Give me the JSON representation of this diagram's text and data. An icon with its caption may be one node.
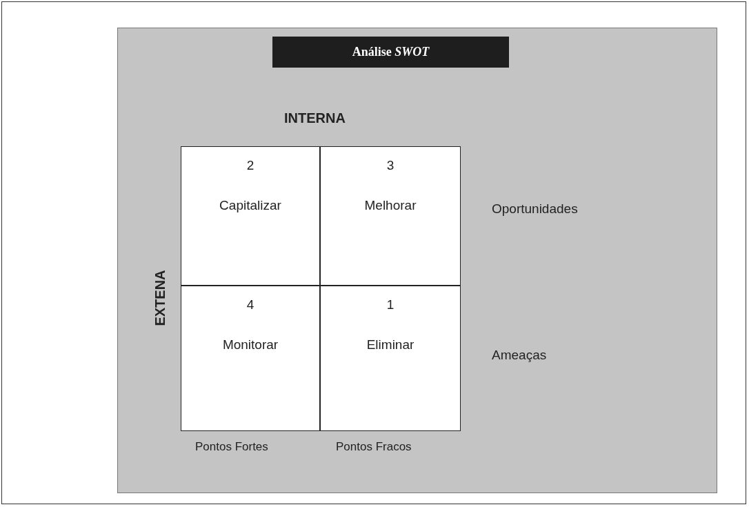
{
  "diagram": {
    "title": "Análise *SWOT*",
    "nodes": [
      {
        "text": [
          "2",
          "Capitalizar"
        ]
      },
      {
        "text": [
          "3",
          "Melhorar"
        ]
      },
      {
        "text": [
          "4",
          "Monitorar"
        ]
      },
      {
        "text": [
          "1",
          "Eliminar"
        ]
      }
    ],
    "labels": [
      "INTERNA",
      "Oportunidades",
      "EXTENA",
      "Ameaças",
      "Pontos Fortes",
      "Pontos Fracos"
    ]
  }
}
